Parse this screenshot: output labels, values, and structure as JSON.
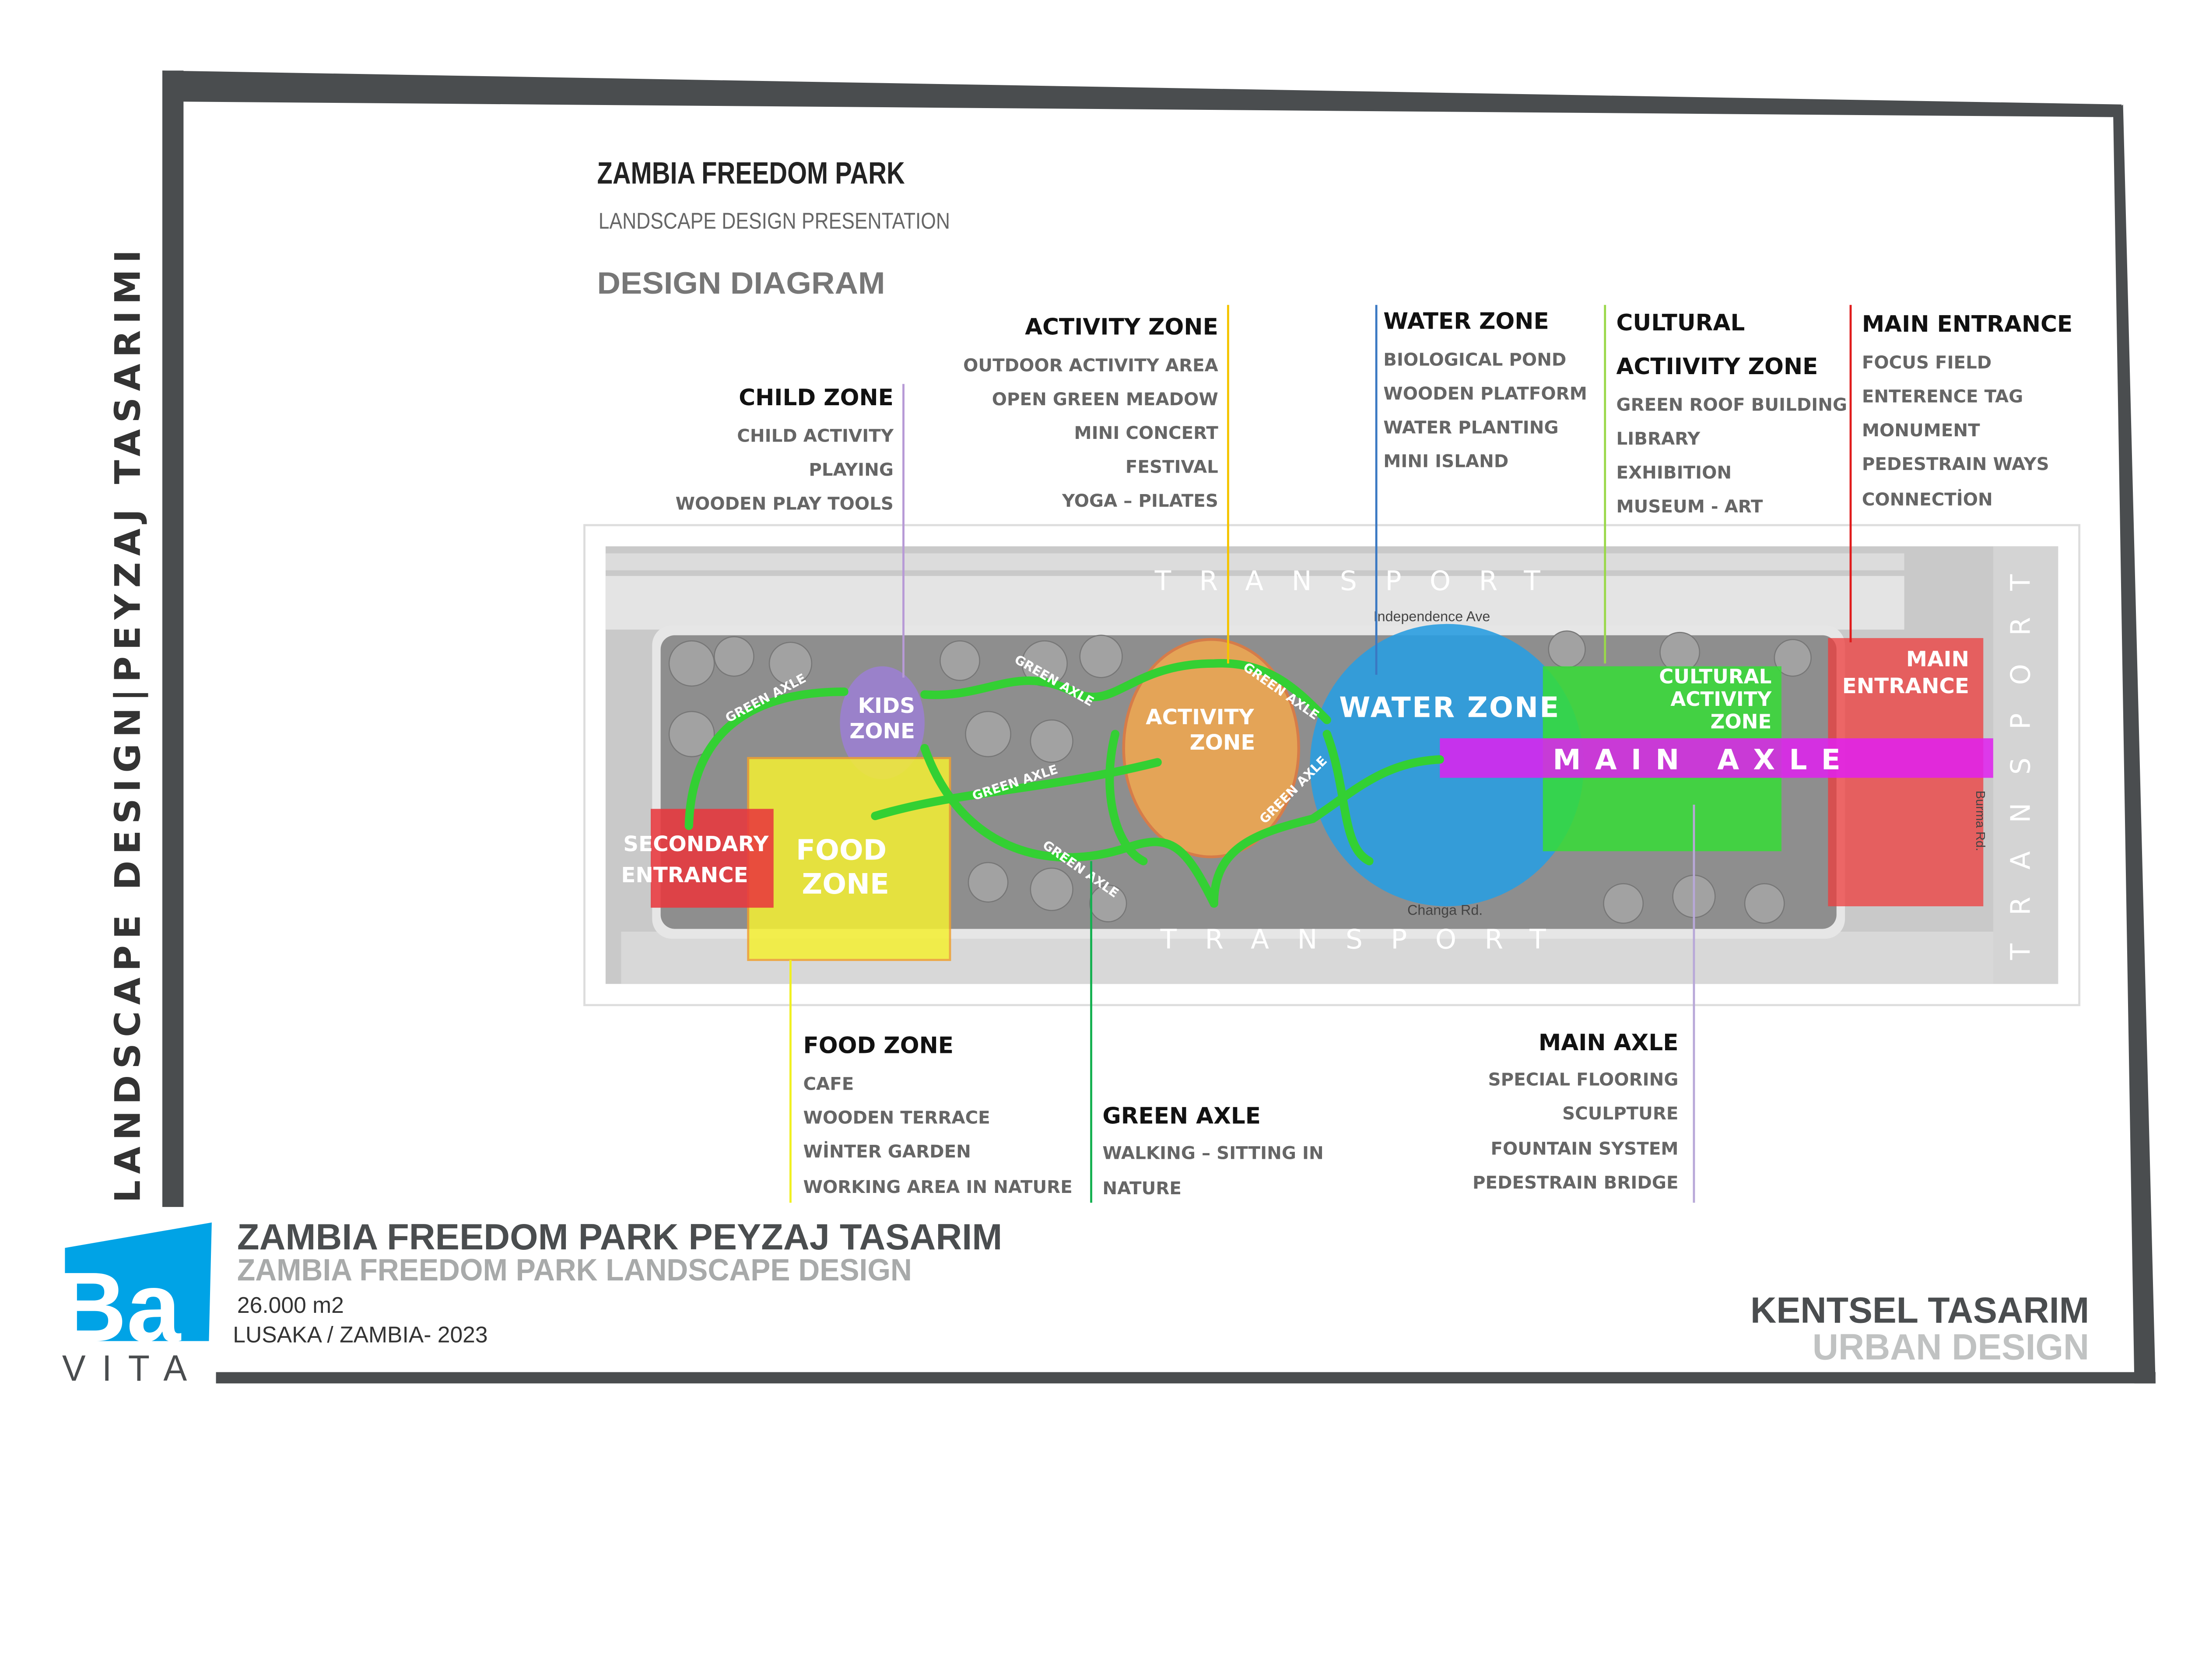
{
  "header": {
    "title": "ZAMBIA FREEDOM PARK",
    "subtitle": "LANDSCAPE DESIGN PRESENTATION",
    "section": "DESIGN DIAGRAM"
  },
  "side_title": "LANDSCAPE DESIGN|PEYZAJ TASARIMI",
  "legend": {
    "child_zone": {
      "heading": "CHILD ZONE",
      "items": [
        "CHILD ACTIVITY",
        "PLAYING",
        "WOODEN PLAY TOOLS"
      ]
    },
    "activity_zone": {
      "heading": "ACTIVITY ZONE",
      "items": [
        "OUTDOOR ACTIVITY AREA",
        "OPEN GREEN MEADOW",
        "MINI CONCERT",
        "FESTIVAL",
        "YOGA – PILATES"
      ]
    },
    "water_zone": {
      "heading": "WATER ZONE",
      "items": [
        "BIOLOGICAL POND",
        "WOODEN PLATFORM",
        "WATER PLANTING",
        "MINI ISLAND"
      ]
    },
    "cultural_zone": {
      "heading": "CULTURAL",
      "heading2": "ACTIIVITY ZONE",
      "items": [
        "GREEN ROOF BUILDING",
        "LIBRARY",
        "EXHIBITION",
        "MUSEUM - ART"
      ]
    },
    "main_entrance": {
      "heading": "MAIN ENTRANCE",
      "items": [
        "FOCUS FIELD",
        "ENTERENCE TAG",
        "MONUMENT",
        "PEDESTRAIN WAYS",
        "CONNECTİON"
      ]
    },
    "food_zone": {
      "heading": "FOOD ZONE",
      "items": [
        "CAFE",
        "WOODEN TERRACE",
        "WİNTER GARDEN",
        "WORKING AREA IN NATURE"
      ]
    },
    "green_axle": {
      "heading": "GREEN AXLE",
      "items": [
        "WALKING – SITTING IN",
        "NATURE"
      ]
    },
    "main_axle": {
      "heading": "MAIN AXLE",
      "items": [
        "SPECIAL FLOORING",
        "SCULPTURE",
        "FOUNTAIN SYSTEM",
        "PEDESTRAIN BRIDGE"
      ]
    }
  },
  "map": {
    "transport": "TRANSPORT",
    "street_top": "Independence Ave",
    "street_bottom": "Changa Rd.",
    "street_right": "Burma Rd.",
    "zones": {
      "kids": [
        "KIDS",
        "ZONE"
      ],
      "activity": [
        "ACTIVITY",
        "ZONE"
      ],
      "water": "WATER ZONE",
      "cultural": [
        "CULTURAL",
        "ACTIVITY",
        "ZONE"
      ],
      "main_entrance": [
        "MAIN",
        "ENTRANCE"
      ],
      "secondary_entrance": [
        "SECONDARY",
        "ENTRANCE"
      ],
      "food": [
        "FOOD",
        "ZONE"
      ],
      "main_axle": "MAIN AXLE",
      "green_axle": "GREEN AXLE"
    }
  },
  "footer": {
    "title": "ZAMBIA FREEDOM PARK PEYZAJ TASARIM",
    "subtitle": "ZAMBIA FREEDOM PARK LANDSCAPE DESIGN",
    "area": "26.000 m2",
    "location": "LUSAKA / ZAMBIA- 2023",
    "right_title": "KENTSEL TASARIM",
    "right_subtitle": "URBAN DESIGN"
  },
  "logo": {
    "text_top": "Ba",
    "text_bottom": "VITA"
  },
  "colors": {
    "frame": "#4a4d4f",
    "logo_blue": "#00a3e6",
    "child": "#b79ad6",
    "activity": "#f5c400",
    "water": "#3a78c2",
    "cultural": "#9ad84a",
    "main_entrance": "#e01b1b",
    "food": "#f0f020",
    "green_axle": "#14b050",
    "main_axle": "#b8a8d8"
  }
}
